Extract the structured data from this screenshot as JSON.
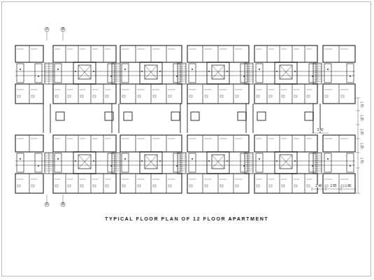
{
  "diagram": {
    "title": "TYPICAL FLOOR PLAN OF 12 FLOOR APARTMENT",
    "labels": [
      "A",
      "B",
      "A",
      "B",
      "3.40",
      "1.50",
      "1.20",
      "1.20",
      "1.20",
      "1.50",
      "2.40",
      "2.55",
      "1.80"
    ]
  }
}
